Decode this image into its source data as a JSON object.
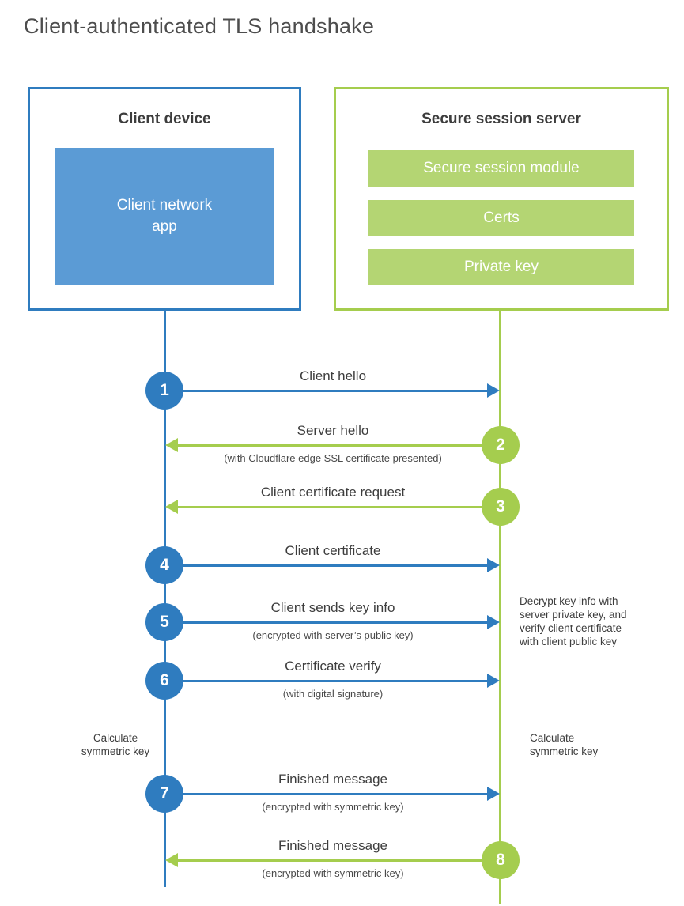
{
  "title": "Client-authenticated TLS handshake",
  "client": {
    "title": "Client device",
    "app_label": "Client network app"
  },
  "server": {
    "title": "Secure session server",
    "modules": [
      "Secure session module",
      "Certs",
      "Private key"
    ]
  },
  "steps": [
    {
      "num": "1",
      "label": "Client hello",
      "sublabel": "",
      "direction": "right",
      "color": "blue"
    },
    {
      "num": "2",
      "label": "Server hello",
      "sublabel": "(with Cloudflare edge SSL certificate presented)",
      "direction": "left",
      "color": "green"
    },
    {
      "num": "3",
      "label": "Client certificate request",
      "sublabel": "",
      "direction": "left",
      "color": "green"
    },
    {
      "num": "4",
      "label": "Client certificate",
      "sublabel": "",
      "direction": "right",
      "color": "blue"
    },
    {
      "num": "5",
      "label": "Client sends key info",
      "sublabel": "(encrypted with server’s public key)",
      "direction": "right",
      "color": "blue"
    },
    {
      "num": "6",
      "label": "Certificate verify",
      "sublabel": "(with digital signature)",
      "direction": "right",
      "color": "blue"
    },
    {
      "num": "7",
      "label": "Finished message",
      "sublabel": "(encrypted with symmetric key)",
      "direction": "right",
      "color": "blue"
    },
    {
      "num": "8",
      "label": "Finished message",
      "sublabel": "(encrypted with symmetric key)",
      "direction": "left",
      "color": "green"
    }
  ],
  "notes": {
    "left_calculate": "Calculate\nsymmetric key",
    "right_calculate": "Calculate\nsymmetric key",
    "decrypt": "Decrypt key info with\nserver private key, and\nverify client certificate\nwith client public key"
  },
  "colors": {
    "blue": "#2f7cbf",
    "blue_fill": "#5b9bd5",
    "green": "#a5cd4e",
    "green_fill": "#b4d573"
  }
}
